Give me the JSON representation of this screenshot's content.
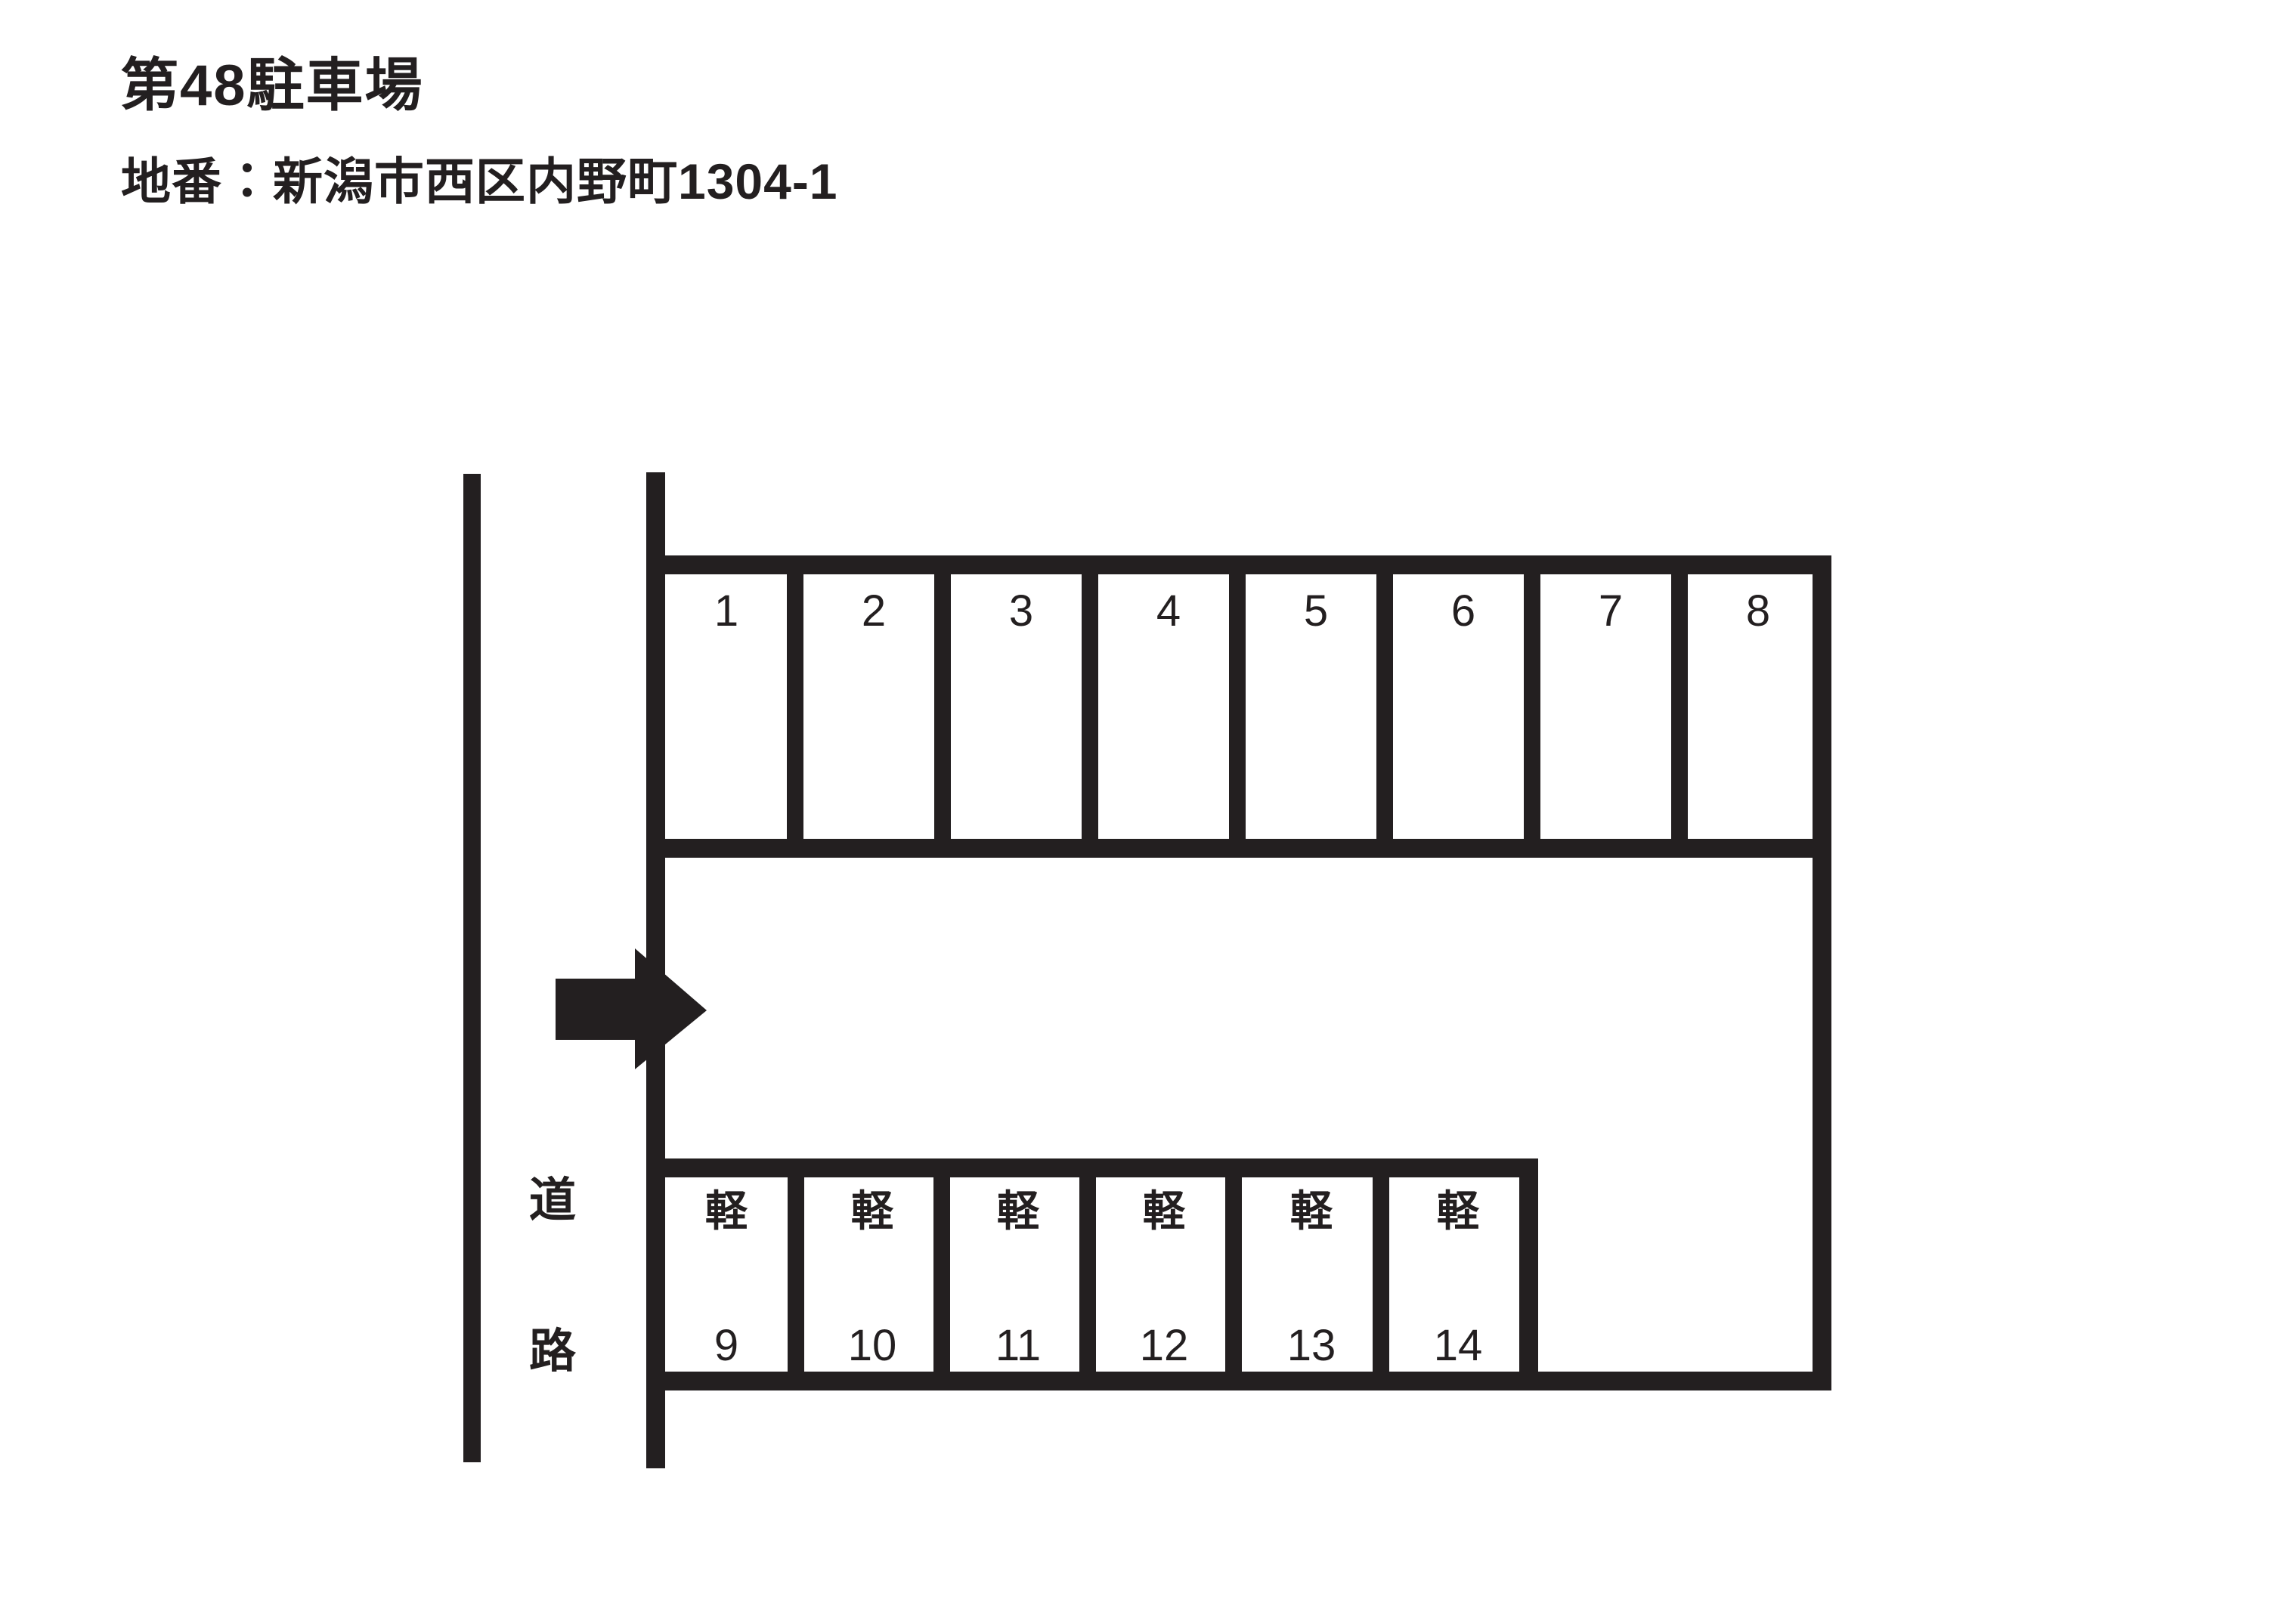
{
  "header": {
    "title": "第48駐車場",
    "address": "地番：新潟市西区内野町1304-1"
  },
  "diagram": {
    "road_label_chars": [
      "道",
      "路"
    ],
    "road_label": "道路",
    "entrance_arrow": "right-arrow",
    "colors": {
      "line": "#231f20",
      "background": "#ffffff",
      "text": "#231f20"
    },
    "top_row": {
      "stalls": [
        {
          "number": "1"
        },
        {
          "number": "2"
        },
        {
          "number": "3"
        },
        {
          "number": "4"
        },
        {
          "number": "5"
        },
        {
          "number": "6"
        },
        {
          "number": "7"
        },
        {
          "number": "8"
        }
      ]
    },
    "bottom_row": {
      "kei_mark": "軽",
      "stalls": [
        {
          "number": "9",
          "kei": "軽"
        },
        {
          "number": "10",
          "kei": "軽"
        },
        {
          "number": "11",
          "kei": "軽"
        },
        {
          "number": "12",
          "kei": "軽"
        },
        {
          "number": "13",
          "kei": "軽"
        },
        {
          "number": "14",
          "kei": "軽"
        }
      ]
    },
    "totals": {
      "standard_spaces": "8",
      "kei_spaces": "6",
      "all_spaces": "14"
    }
  }
}
